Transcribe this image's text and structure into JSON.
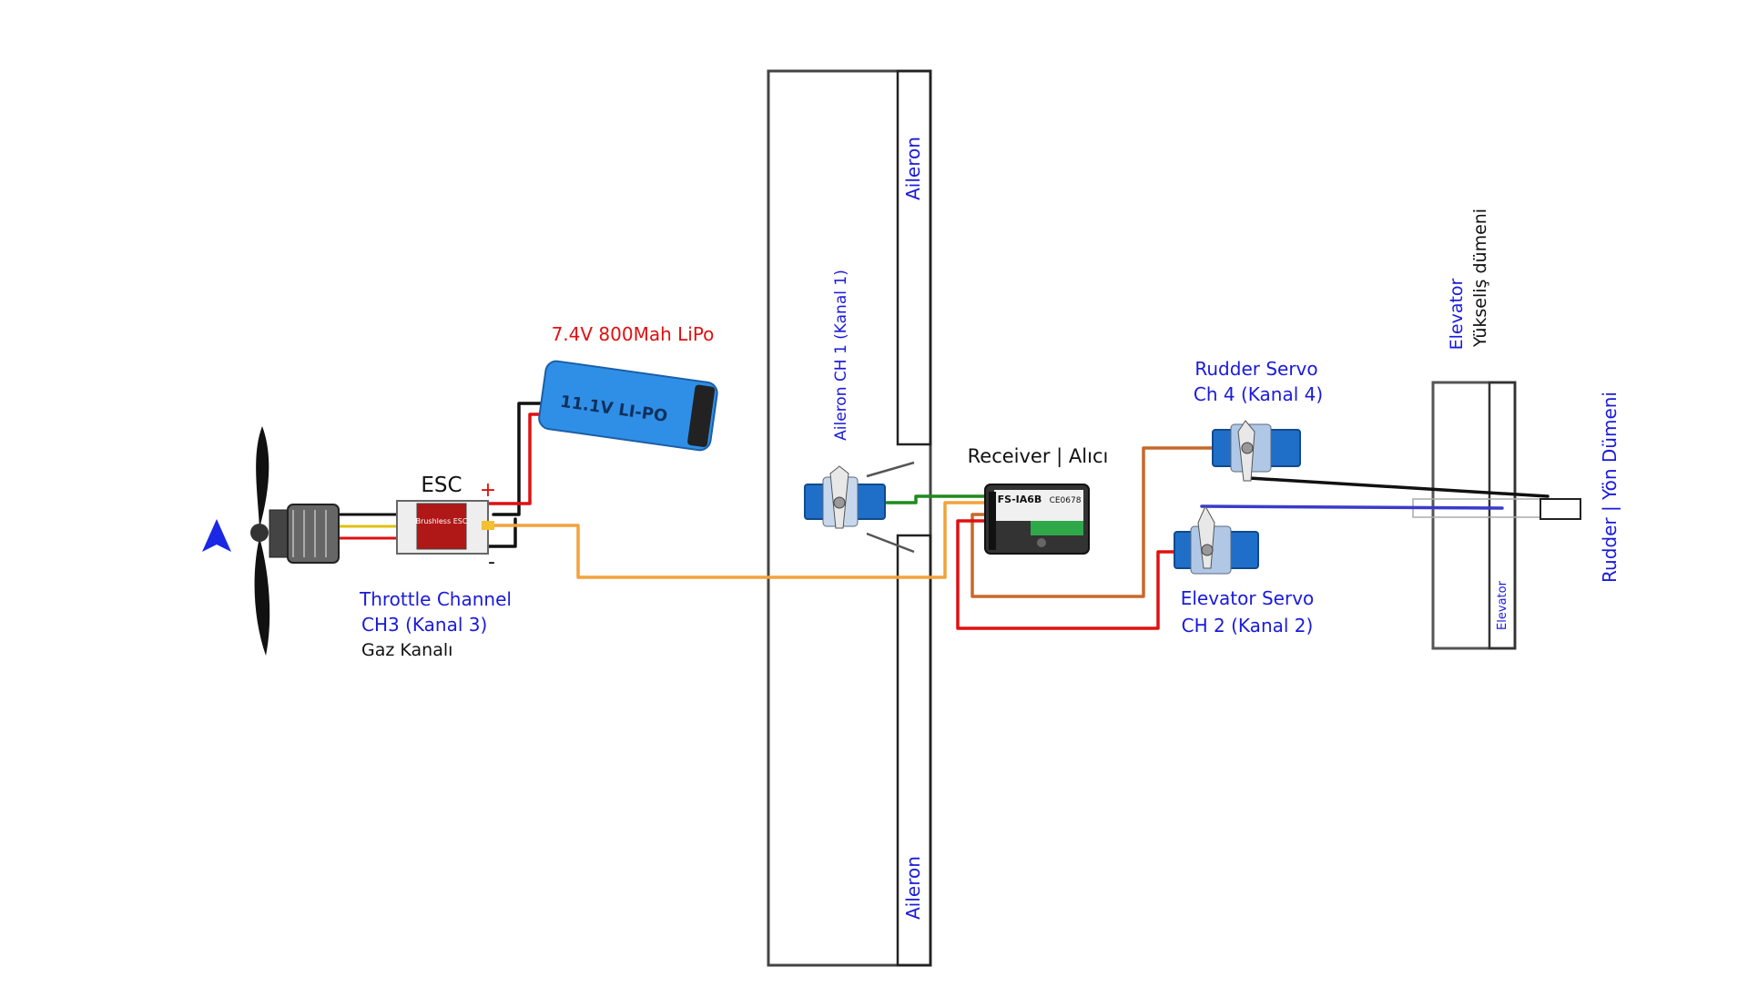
{
  "labels": {
    "battery": "7.4V 800Mah LiPo",
    "battery_print": "11.1V LI-PO",
    "esc": "ESC",
    "esc_print": "Brushless ESC",
    "plus": "+",
    "minus": "-",
    "throttle_line1": "Throttle Channel",
    "throttle_line2": "CH3 (Kanal 3)",
    "throttle_line3": "Gaz Kanalı",
    "aileron_top": "Aileron",
    "aileron_bottom": "Aileron",
    "aileron_servo": "Aileron CH 1 (Kanal 1)",
    "receiver": "Receiver | Alıcı",
    "receiver_print": "FS-IA6B",
    "receiver_ce": "CE0678",
    "rudder_servo_line1": "Rudder Servo",
    "rudder_servo_line2": "Ch 4 (Kanal 4)",
    "elevator_servo_line1": "Elevator Servo",
    "elevator_servo_line2": "CH 2 (Kanal 2)",
    "elevator_title": "Elevator",
    "elevator_title_tr": "Yükseliş dümeni",
    "elevator_small": "Elevator",
    "rudder_title": "Rudder | Yön Dümeni"
  },
  "colors": {
    "label_blue": "#1a1adc",
    "label_red": "#e01010",
    "wire_orange": "#f2a23c",
    "wire_brown": "#c8682a",
    "wire_red": "#e01010",
    "wire_green": "#1f8a1f",
    "wire_black": "#111111",
    "wire_blue": "#3a3acc",
    "battery_blue": "#2f8fe6",
    "servo_blue": "#1f6fc9"
  },
  "icons": {
    "propeller": "propeller-icon",
    "direction": "arrow-up-icon",
    "motor": "motor-icon",
    "battery": "battery-icon",
    "esc": "esc-icon",
    "servo": "servo-icon",
    "receiver": "receiver-icon"
  }
}
